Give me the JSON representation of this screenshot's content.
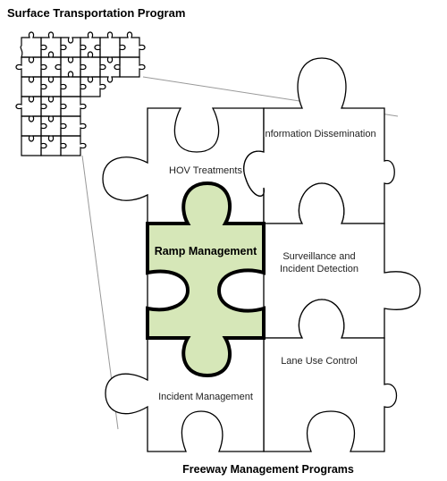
{
  "diagram": {
    "top_title": "Surface Transportation Program",
    "bottom_title": "Freeway Management Programs",
    "pieces": {
      "hov": "HOV Treatments",
      "info": "Information Dissemination",
      "ramp": "Ramp Management",
      "surv_line1": "Surveillance and",
      "surv_line2": "Incident Detection",
      "lane": "Lane Use Control",
      "incident": "Incident Management"
    },
    "colors": {
      "highlight_fill": "#d6e7b8",
      "stroke": "#000000",
      "connector": "#999999"
    }
  }
}
